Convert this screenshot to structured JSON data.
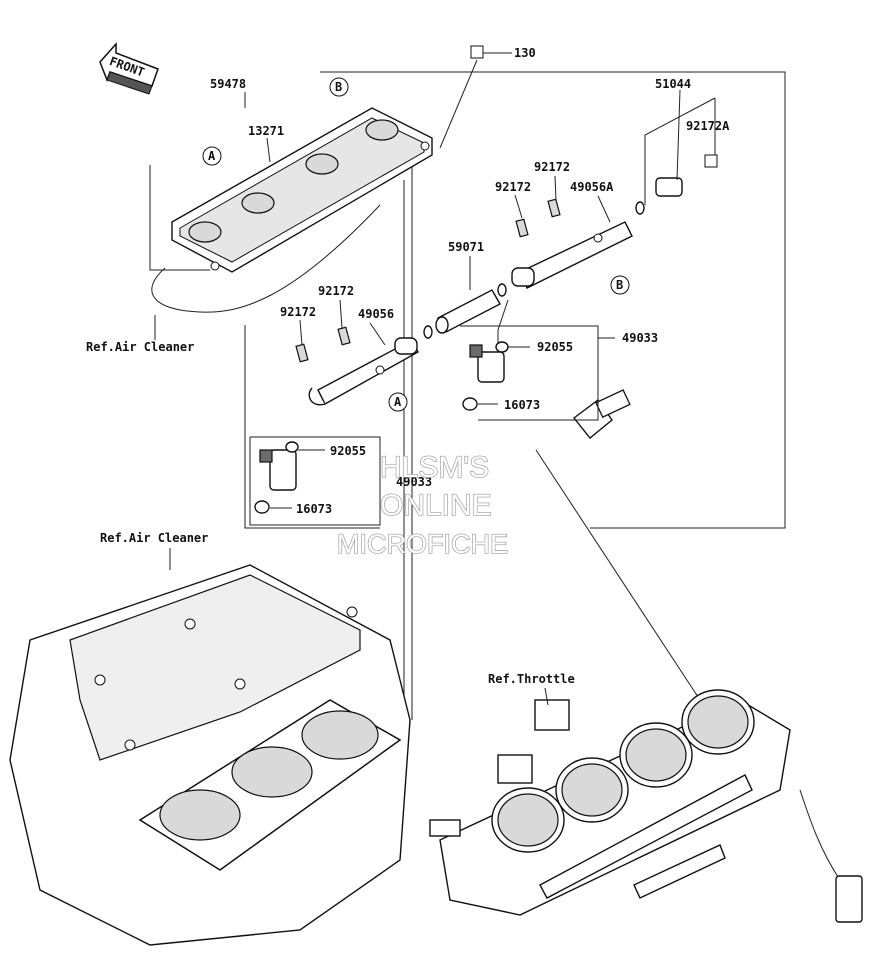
{
  "front_arrow": {
    "text": "FRONT"
  },
  "part_numbers": {
    "p130": "130",
    "p59478": "59478",
    "p13271": "13271",
    "p51044": "51044",
    "p92172A": "92172A",
    "p92172_r1": "92172",
    "p92172_r2": "92172",
    "p49056A": "49056A",
    "p59071": "59071",
    "p92172_l1": "92172",
    "p92172_l2": "92172",
    "p49056": "49056",
    "p92055_r": "92055",
    "p49033_r": "49033",
    "p16073_r": "16073",
    "p92055_l": "92055",
    "p49033_l": "49033",
    "p16073_l": "16073"
  },
  "callouts": {
    "a1": "A",
    "a2": "A",
    "b1": "B",
    "b2": "B"
  },
  "references": {
    "air_cleaner_1": "Ref.Air Cleaner",
    "air_cleaner_2": "Ref.Air Cleaner",
    "throttle": "Ref.Throttle"
  },
  "watermark": {
    "line1": "HLSM'S",
    "line2": "ONLINE",
    "line3": "MICROFICHE"
  }
}
